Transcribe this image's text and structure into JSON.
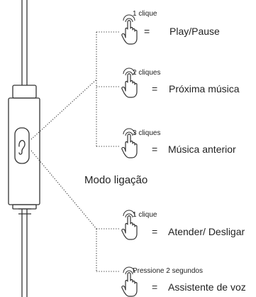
{
  "sections": {
    "music": {
      "commands": [
        {
          "gesture": "1 clique",
          "equals": "=",
          "action": "Play/Pause",
          "icon": "tap-hand-icon"
        },
        {
          "gesture": "2 cliques",
          "equals": "=",
          "action": "Próxima música",
          "icon": "tap-hand-icon"
        },
        {
          "gesture": "3 cliques",
          "equals": "=",
          "action": "Música anterior",
          "icon": "tap-hand-icon"
        }
      ]
    },
    "call": {
      "title": "Modo ligação",
      "commands": [
        {
          "gesture": "1 clique",
          "equals": "=",
          "action": "Atender/ Desligar",
          "icon": "tap-hand-icon"
        },
        {
          "gesture": "Pressione 2 segundos",
          "equals": "=",
          "action": "Assistente de voz",
          "icon": "press-hand-icon"
        }
      ]
    }
  },
  "remote": {
    "button_icon": "ear-icon"
  },
  "colors": {
    "line": "#333333",
    "text": "#222222",
    "background": "#ffffff"
  }
}
